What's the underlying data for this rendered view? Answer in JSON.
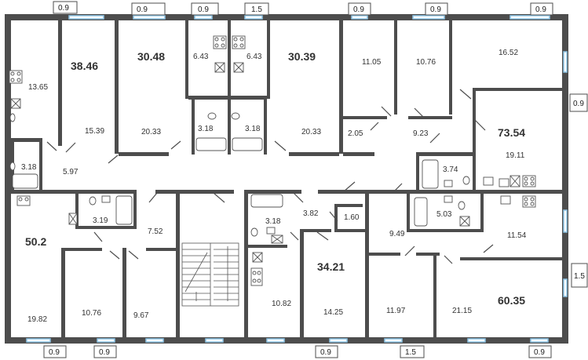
{
  "apartments": [
    {
      "id": "a1",
      "total": "38.46",
      "rooms": [
        "13.65",
        "15.39",
        "3.18",
        "5.97"
      ]
    },
    {
      "id": "a2",
      "total": "30.48",
      "rooms": [
        "20.33",
        "6.43",
        "3.18"
      ]
    },
    {
      "id": "a3",
      "total": "30.39",
      "rooms": [
        "20.33",
        "6.43",
        "3.18"
      ]
    },
    {
      "id": "a4",
      "total": "73.54",
      "rooms": [
        "11.05",
        "10.76",
        "16.52",
        "2.05",
        "9.23",
        "19.11",
        "3.74"
      ]
    },
    {
      "id": "a5",
      "total": "50.2",
      "rooms": [
        "3.19",
        "7.52",
        "19.82",
        "10.76",
        "9.67"
      ]
    },
    {
      "id": "a6",
      "total": "34.21",
      "rooms": [
        "3.18",
        "3.82",
        "1.60",
        "10.82",
        "14.25"
      ]
    },
    {
      "id": "a7",
      "total": "60.35",
      "rooms": [
        "5.03",
        "9.49",
        "11.54",
        "11.97",
        "21.15"
      ]
    }
  ],
  "labels": {
    "r1365": "13.65",
    "t3846": "38.46",
    "r1539": "15.39",
    "r318a": "3.18",
    "r597": "5.97",
    "t3048": "30.48",
    "r643a": "6.43",
    "r2033a": "20.33",
    "r318b": "3.18",
    "r643b": "6.43",
    "t3039": "30.39",
    "r318c": "3.18",
    "r2033b": "20.33",
    "r1105": "11.05",
    "r1076a": "10.76",
    "r1652": "16.52",
    "t7354": "73.54",
    "r205": "2.05",
    "r923": "9.23",
    "r1911": "19.11",
    "r374": "3.74",
    "t502": "50.2",
    "r319": "3.19",
    "r752": "7.52",
    "r1982": "19.82",
    "r1076b": "10.76",
    "r967": "9.67",
    "r318d": "3.18",
    "r382": "3.82",
    "r160": "1.60",
    "t3421": "34.21",
    "r1082": "10.82",
    "r1425": "14.25",
    "r949": "9.49",
    "r503": "5.03",
    "r1154": "11.54",
    "t6035": "60.35",
    "r1197": "11.97",
    "r2115": "21.15"
  },
  "windows": {
    "top": [
      "0.9",
      "0.9",
      "0.9",
      "1.5",
      "0.9",
      "0.9",
      "0.9"
    ],
    "bottom": [
      "0.9",
      "0.9",
      "0.9",
      "1.5",
      "0.9"
    ],
    "right": [
      "0.9",
      "1.5"
    ]
  }
}
